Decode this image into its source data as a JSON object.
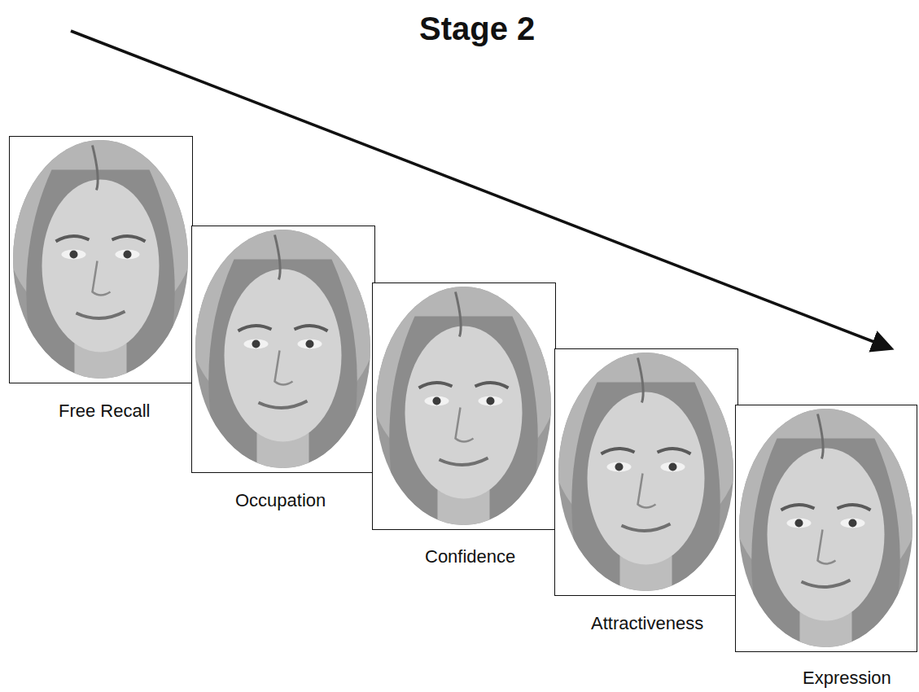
{
  "diagram": {
    "title": "Stage 2",
    "nodes": [
      {
        "text": [
          "Free Recall"
        ]
      },
      {
        "text": [
          "Occupation"
        ]
      },
      {
        "text": [
          "Confidence"
        ]
      },
      {
        "text": [
          "Attractiveness"
        ]
      },
      {
        "text": [
          "Expression"
        ]
      }
    ]
  }
}
